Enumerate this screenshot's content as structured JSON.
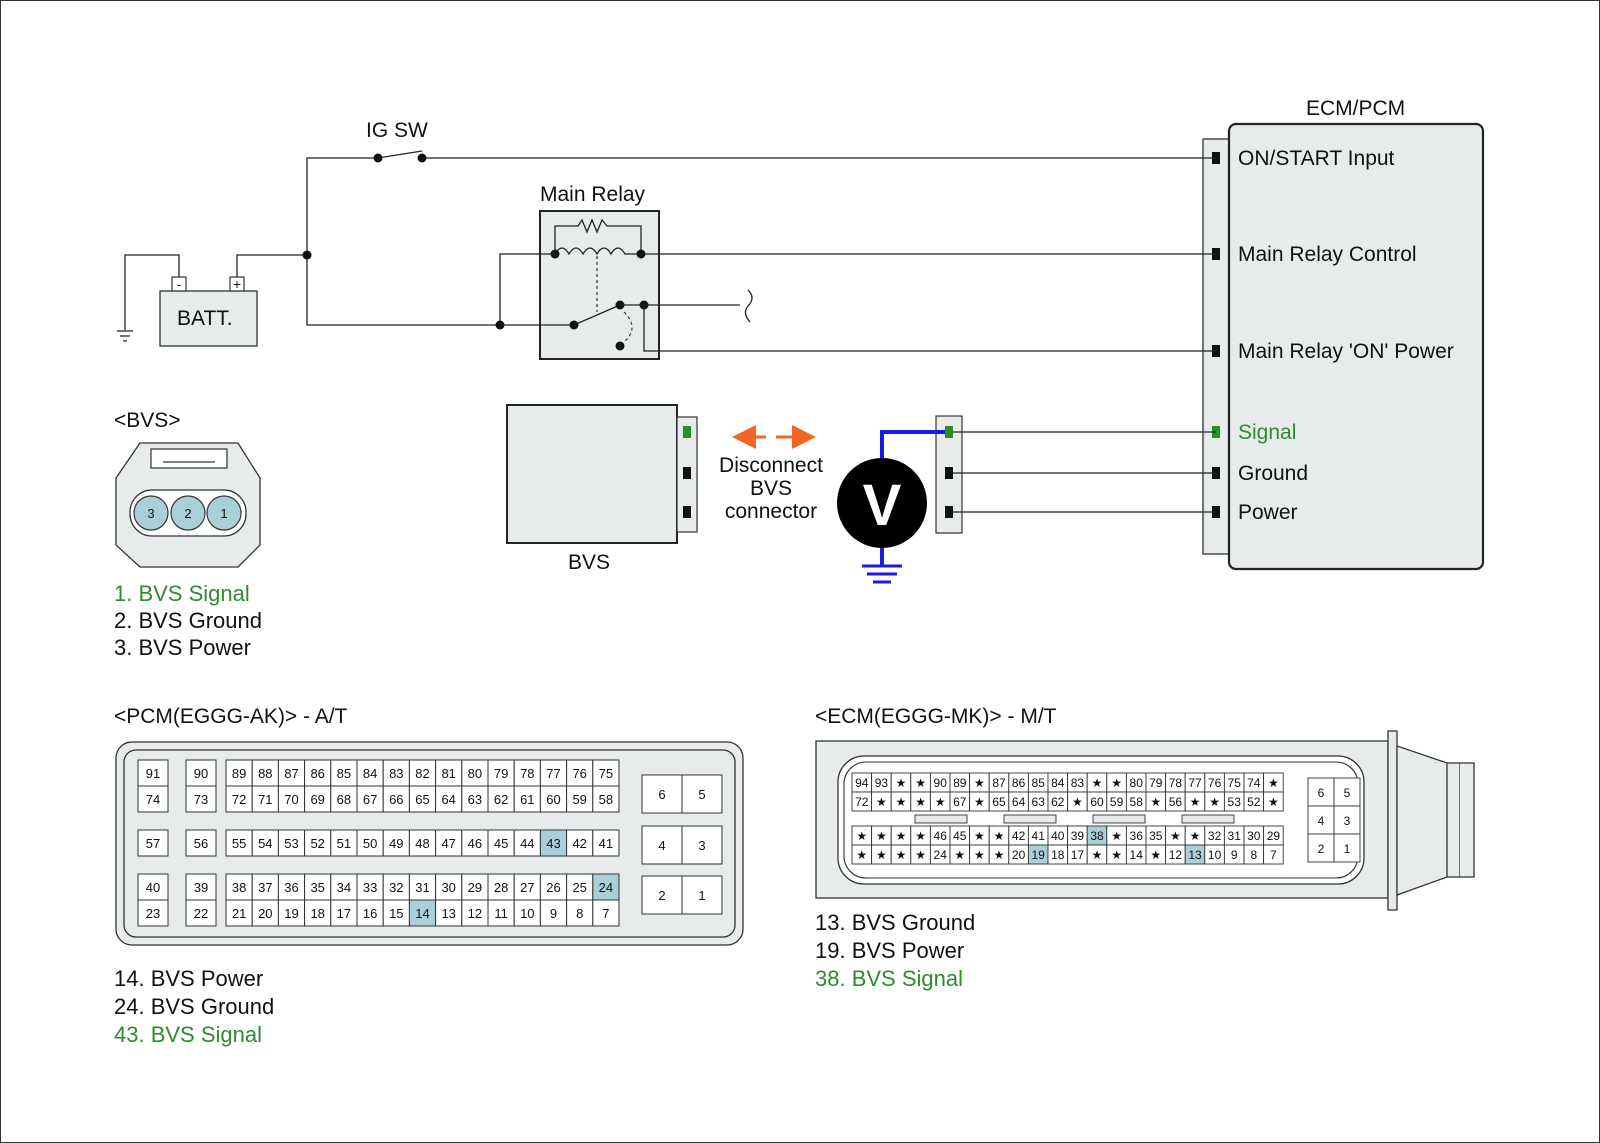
{
  "colors": {
    "signal_green": "#2e8b30",
    "highlight_blue": "#a9cfd9",
    "probe_blue": "#1a1adb",
    "arrow_orange": "#f26522",
    "panel_gray": "#e8ebeb"
  },
  "circuit": {
    "ig_sw": "IG SW",
    "main_relay": "Main Relay",
    "battery": "BATT.",
    "battery_minus": "-",
    "battery_plus": "+",
    "ecm_title": "ECM/PCM",
    "ecm_pins": [
      "ON/START Input",
      "Main Relay Control",
      "Main Relay 'ON' Power",
      "Signal",
      "Ground",
      "Power"
    ],
    "bvs_label": "BVS",
    "disconnect_lines": [
      "Disconnect",
      "BVS",
      "connector"
    ],
    "meter_symbol": "V"
  },
  "bvs_connector": {
    "title": "<BVS>",
    "pins": [
      "3",
      "2",
      "1"
    ],
    "legend": [
      {
        "text": "1. BVS Signal",
        "highlight": true
      },
      {
        "text": "2. BVS Ground",
        "highlight": false
      },
      {
        "text": "3. BVS Power",
        "highlight": false
      }
    ]
  },
  "pcm_connector": {
    "title": "<PCM(EGGG-AK)> - A/T",
    "block1": [
      [
        "91",
        "90",
        "89",
        "88",
        "87",
        "86",
        "85",
        "84",
        "83",
        "82",
        "81",
        "80",
        "79",
        "78",
        "77",
        "76",
        "75"
      ],
      [
        "74",
        "73",
        "72",
        "71",
        "70",
        "69",
        "68",
        "67",
        "66",
        "65",
        "64",
        "63",
        "62",
        "61",
        "60",
        "59",
        "58"
      ]
    ],
    "block2": [
      [
        "57",
        "56",
        "55",
        "54",
        "53",
        "52",
        "51",
        "50",
        "49",
        "48",
        "47",
        "46",
        "45",
        "44",
        "43",
        "42",
        "41"
      ]
    ],
    "block3": [
      [
        "40",
        "39",
        "38",
        "37",
        "36",
        "35",
        "34",
        "33",
        "32",
        "31",
        "30",
        "29",
        "28",
        "27",
        "26",
        "25",
        "24"
      ],
      [
        "23",
        "22",
        "21",
        "20",
        "19",
        "18",
        "17",
        "16",
        "15",
        "14",
        "13",
        "12",
        "11",
        "10",
        "9",
        "8",
        "7"
      ]
    ],
    "side": [
      [
        "6",
        "5"
      ],
      [
        "4",
        "3"
      ],
      [
        "2",
        "1"
      ]
    ],
    "highlighted": [
      "43",
      "24",
      "14"
    ],
    "legend": [
      {
        "text": "14. BVS Power",
        "highlight": false
      },
      {
        "text": "24. BVS Ground",
        "highlight": false
      },
      {
        "text": "43. BVS Signal",
        "highlight": true
      }
    ]
  },
  "ecm_connector": {
    "title": "<ECM(EGGG-MK)> - M/T",
    "top_rows": [
      [
        "94",
        "93",
        "★",
        "★",
        "90",
        "89",
        "★",
        "87",
        "86",
        "85",
        "84",
        "83",
        "★",
        "★",
        "80",
        "79",
        "78",
        "77",
        "76",
        "75",
        "74",
        "★"
      ],
      [
        "72",
        "★",
        "★",
        "★",
        "★",
        "67",
        "★",
        "65",
        "64",
        "63",
        "62",
        "★",
        "60",
        "59",
        "58",
        "★",
        "56",
        "★",
        "★",
        "53",
        "52",
        "★"
      ]
    ],
    "bottom_rows": [
      [
        "★",
        "★",
        "★",
        "★",
        "46",
        "45",
        "★",
        "★",
        "42",
        "41",
        "40",
        "39",
        "38",
        "★",
        "36",
        "35",
        "★",
        "★",
        "32",
        "31",
        "30",
        "29"
      ],
      [
        "★",
        "★",
        "★",
        "★",
        "24",
        "★",
        "★",
        "★",
        "20",
        "19",
        "18",
        "17",
        "★",
        "★",
        "14",
        "★",
        "12",
        "13",
        "10",
        "9",
        "8",
        "7"
      ]
    ],
    "side": [
      [
        "6",
        "5"
      ],
      [
        "4",
        "3"
      ],
      [
        "2",
        "1"
      ]
    ],
    "highlighted": [
      "38",
      "19",
      "13"
    ],
    "legend": [
      {
        "text": "13. BVS Ground",
        "highlight": false
      },
      {
        "text": "19. BVS Power",
        "highlight": false
      },
      {
        "text": "38. BVS Signal",
        "highlight": true
      }
    ]
  }
}
